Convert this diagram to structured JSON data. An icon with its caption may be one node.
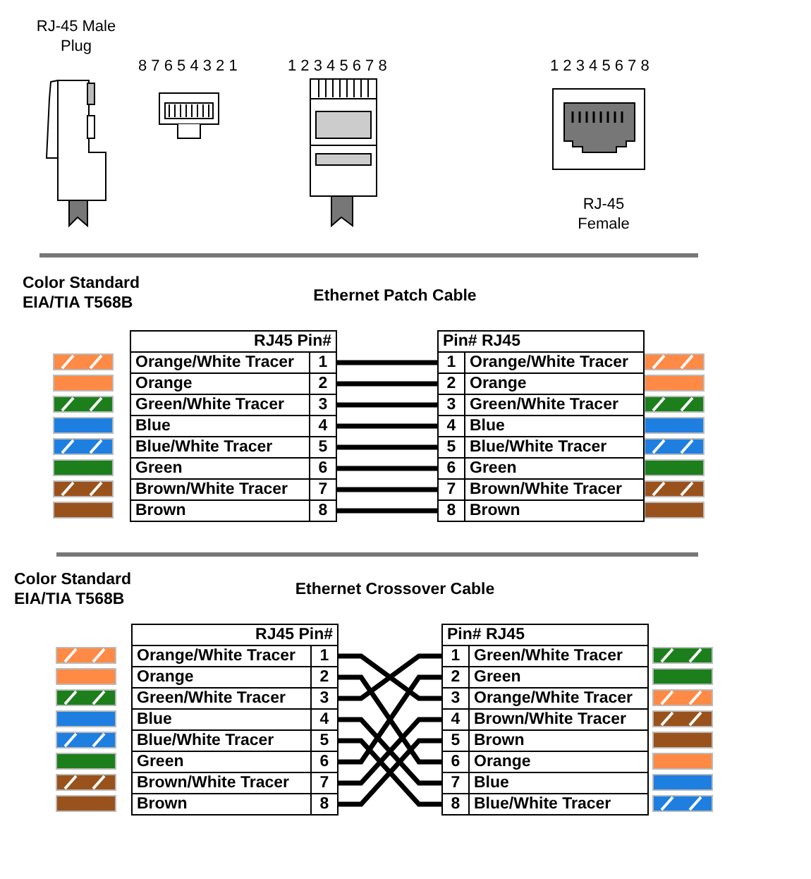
{
  "diagram": {
    "nodes": [
      {
        "text": [
          "RJ45 Pin#"
        ]
      },
      {
        "text": [
          "Orange/White Tracer",
          "1"
        ]
      },
      {
        "text": [
          "Orange",
          "2"
        ]
      },
      {
        "text": [
          "Green/White Tracer",
          "3"
        ]
      },
      {
        "text": [
          "Blue",
          "4"
        ]
      },
      {
        "text": [
          "Blue/White Tracer",
          "5"
        ]
      },
      {
        "text": [
          "Green",
          "6"
        ]
      },
      {
        "text": [
          "Brown/White Tracer",
          "7"
        ]
      },
      {
        "text": [
          "Brown",
          "8"
        ]
      },
      {
        "text": [
          "Pin# RJ45"
        ]
      },
      {
        "text": [
          "1",
          "Orange/White Tracer"
        ]
      },
      {
        "text": [
          "2",
          "Orange"
        ]
      },
      {
        "text": [
          "3",
          "Green/White Tracer"
        ]
      },
      {
        "text": [
          "4",
          "Blue"
        ]
      },
      {
        "text": [
          "5",
          "Blue/White Tracer"
        ]
      },
      {
        "text": [
          "6",
          "Green"
        ]
      },
      {
        "text": [
          "7",
          "Brown/White Tracer"
        ]
      },
      {
        "text": [
          "8",
          "Brown"
        ]
      },
      {
        "text": [
          "RJ45 Pin#"
        ]
      },
      {
        "text": [
          "Orange/White Tracer",
          "1"
        ]
      },
      {
        "text": [
          "Orange",
          "2"
        ]
      },
      {
        "text": [
          "Green/White Tracer",
          "3"
        ]
      },
      {
        "text": [
          "Blue",
          "4"
        ]
      },
      {
        "text": [
          "Blue/White Tracer",
          "5"
        ]
      },
      {
        "text": [
          "Green",
          "6"
        ]
      },
      {
        "text": [
          "Brown/White Tracer",
          "7"
        ]
      },
      {
        "text": [
          "Brown",
          "8"
        ]
      },
      {
        "text": [
          "Pin# RJ45"
        ]
      },
      {
        "text": [
          "1",
          "Green/White Tracer"
        ]
      },
      {
        "text": [
          "2",
          "Green"
        ]
      },
      {
        "text": [
          "3",
          "Orange/White Tracer"
        ]
      },
      {
        "text": [
          "4",
          "Brown/White Tracer"
        ]
      },
      {
        "text": [
          "5",
          "Brown"
        ]
      },
      {
        "text": [
          "6",
          "Orange"
        ]
      },
      {
        "text": [
          "7",
          "Blue"
        ]
      },
      {
        "text": [
          "8",
          "Blue/White Tracer"
        ]
      }
    ],
    "edges": [
      {
        "from": 1,
        "to": 10,
        "arrow": "none"
      },
      {
        "from": 2,
        "to": 11,
        "arrow": "none"
      },
      {
        "from": 3,
        "to": 12,
        "arrow": "none"
      },
      {
        "from": 4,
        "to": 13,
        "arrow": "none"
      },
      {
        "from": 5,
        "to": 14,
        "arrow": "none"
      },
      {
        "from": 6,
        "to": 15,
        "arrow": "none"
      },
      {
        "from": 7,
        "to": 16,
        "arrow": "none"
      },
      {
        "from": 8,
        "to": 17,
        "arrow": "none"
      },
      {
        "from": 19,
        "to": 30,
        "arrow": "none"
      },
      {
        "from": 20,
        "to": 33,
        "arrow": "none"
      },
      {
        "from": 21,
        "to": 28,
        "arrow": "none"
      },
      {
        "from": 22,
        "to": 34,
        "arrow": "none"
      },
      {
        "from": 23,
        "to": 35,
        "arrow": "none"
      },
      {
        "from": 24,
        "to": 29,
        "arrow": "none"
      },
      {
        "from": 25,
        "to": 31,
        "arrow": "none"
      },
      {
        "from": 26,
        "to": 32,
        "arrow": "none"
      }
    ],
    "labels": [
      "RJ-45 Male Plug",
      "8 7 6 5 4 3 2 1",
      "1 2 3 4 5 6 7 8",
      "1 2 3 4 5 6 7 8",
      "RJ-45 Female",
      "Color Standard EIA/TIA T568B",
      "Ethernet Patch Cable",
      "Color Standard EIA/TIA T568B",
      "Ethernet Crossover Cable"
    ]
  }
}
